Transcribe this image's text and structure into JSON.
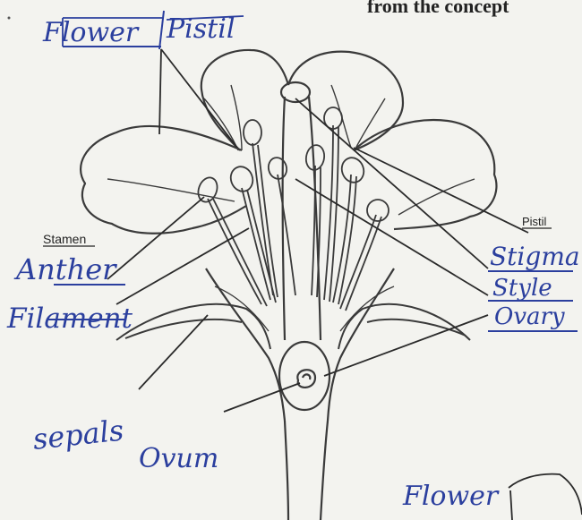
{
  "header": {
    "text": "from the concept"
  },
  "title": {
    "word1": "Flower",
    "word2": "Pistil"
  },
  "printed_labels": {
    "stamen": "Stamen",
    "pistil": "Pistil"
  },
  "handwritten_labels": {
    "anther": "Anther",
    "filament": "Filament",
    "stigma": "Stigma",
    "style": "Style",
    "ovary": "Ovary",
    "sepals": "sepals",
    "ovum": "Ovum",
    "flower_bottom": "Flower"
  },
  "colors": {
    "pen_blue": "#2b3f9e",
    "pencil": "#3a3a3a",
    "paper": "#f3f3ef"
  }
}
